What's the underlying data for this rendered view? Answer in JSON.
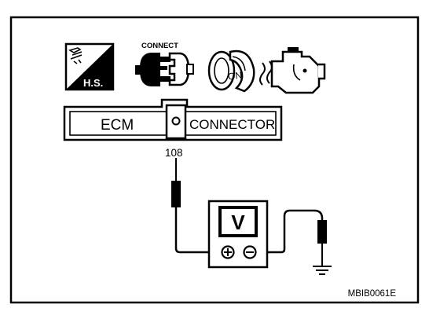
{
  "icons": {
    "hs_badge": {
      "icon": "hs-badge-icon",
      "text": "H.S."
    },
    "connect": {
      "icon": "connector-disconnect-icon",
      "text": "CONNECT"
    },
    "ignition": {
      "icon": "ignition-key-icon",
      "text": "ON"
    },
    "engine": {
      "icon": "engine-icon"
    }
  },
  "connector": {
    "left_label": "ECM",
    "right_label": "CONNECTOR",
    "terminal": "108"
  },
  "meter": {
    "label": "V",
    "positive_symbol": "⊕",
    "negative_symbol": "⊖"
  },
  "figure_id": "MBIB0061E",
  "colors": {
    "ink": "#000000",
    "paper": "#ffffff"
  }
}
